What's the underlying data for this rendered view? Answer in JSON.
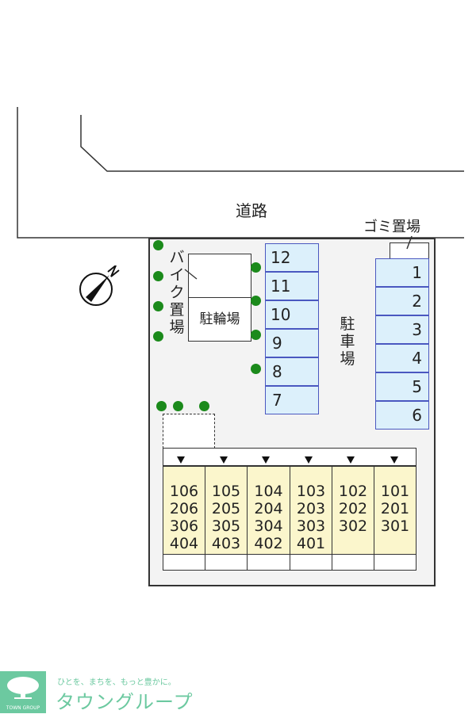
{
  "road_label": "道路",
  "garbage_label": "ゴミ置場",
  "bike_parking_label": "バイク置場",
  "bicycle_parking_label": "駐輪場",
  "car_parking_label": "駐車場",
  "compass_label": "N",
  "left_parking_slots": [
    "12",
    "11",
    "10",
    "9",
    "8",
    "7"
  ],
  "right_parking_slots": [
    "1",
    "2",
    "3",
    "4",
    "5",
    "6"
  ],
  "units": [
    {
      "rooms": "106\n206\n306\n404"
    },
    {
      "rooms": "105\n205\n305\n403"
    },
    {
      "rooms": "104\n204\n304\n402"
    },
    {
      "rooms": "103\n203\n303\n401"
    },
    {
      "rooms": "102\n202\n302"
    },
    {
      "rooms": "101\n201\n301"
    }
  ],
  "logo": {
    "tagline": "ひとを、まちを、もっと豊かに。",
    "name": "タウングループ",
    "mark_text": "TOWN GROUP"
  },
  "colors": {
    "parking_fill": "#dcf0fb",
    "parking_border": "#4a58c0",
    "unit_fill": "#fbf6cc",
    "tree": "#1b8a1b",
    "logo": "#6cc9a0"
  }
}
